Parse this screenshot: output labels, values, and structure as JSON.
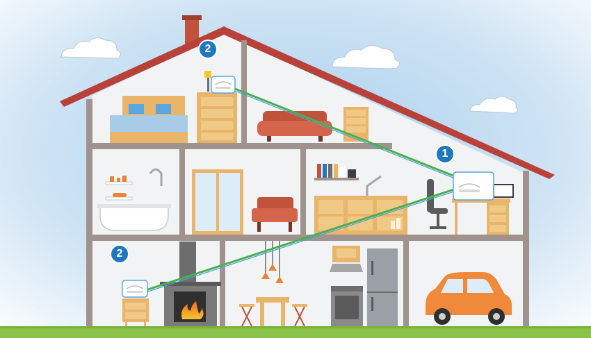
{
  "badges": {
    "main_router": "1",
    "attic_satellite": "2",
    "ground_satellite": "2"
  },
  "colors": {
    "sky": "#cfe3f2",
    "wall": "#a0938d",
    "roof": "#b8413a",
    "ground": "#8bc34a",
    "link_green": "#4caf50",
    "link_blue": "#4aa3df",
    "badge_blue": "#1e78bf",
    "wood": "#e8b56a",
    "sofa": "#c0533a",
    "car": "#f08a3a"
  },
  "icons": [
    "mesh-wifi-unit-icon",
    "fireplace-flame-icon",
    "car-icon",
    "chimney-icon",
    "cloud-icon",
    "lamp-icon"
  ]
}
